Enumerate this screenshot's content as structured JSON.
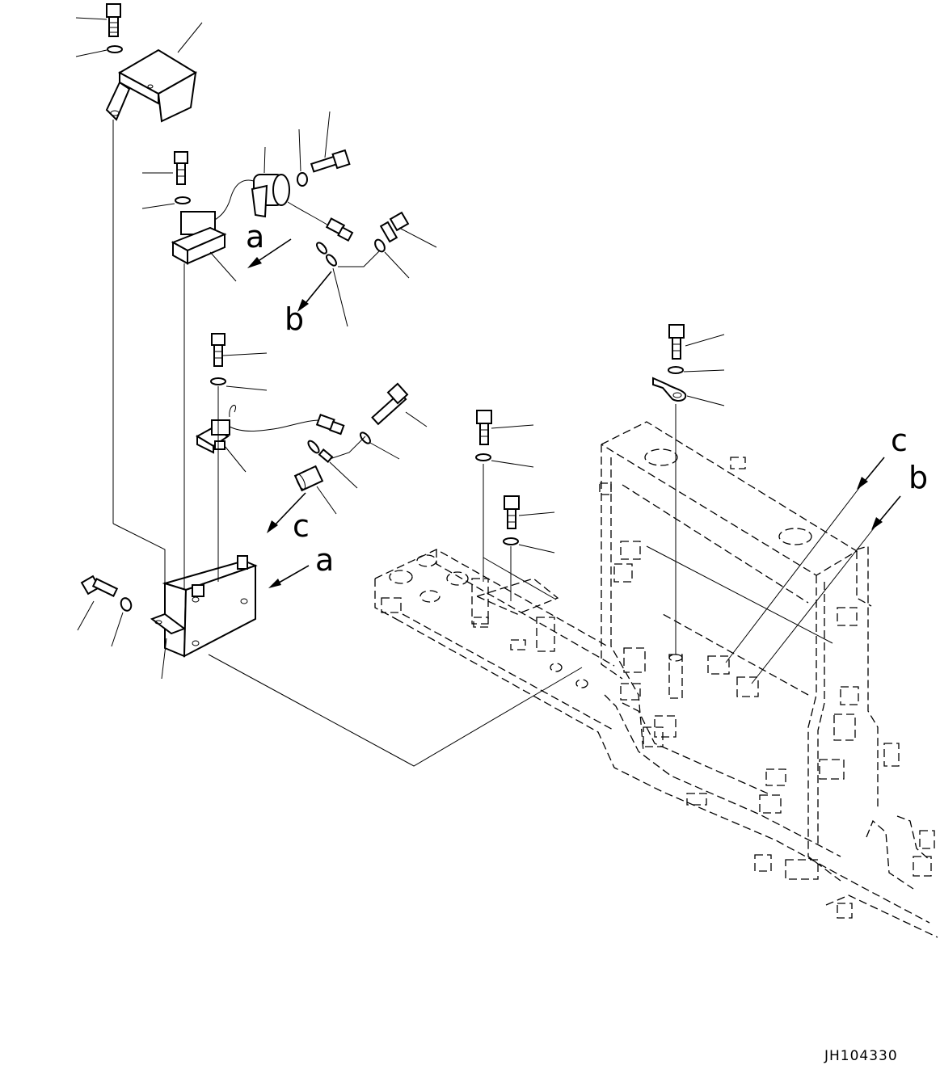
{
  "diagram": {
    "drawing_number": "JH104330",
    "view_labels": {
      "a": "a",
      "b": "b",
      "c": "c"
    }
  }
}
